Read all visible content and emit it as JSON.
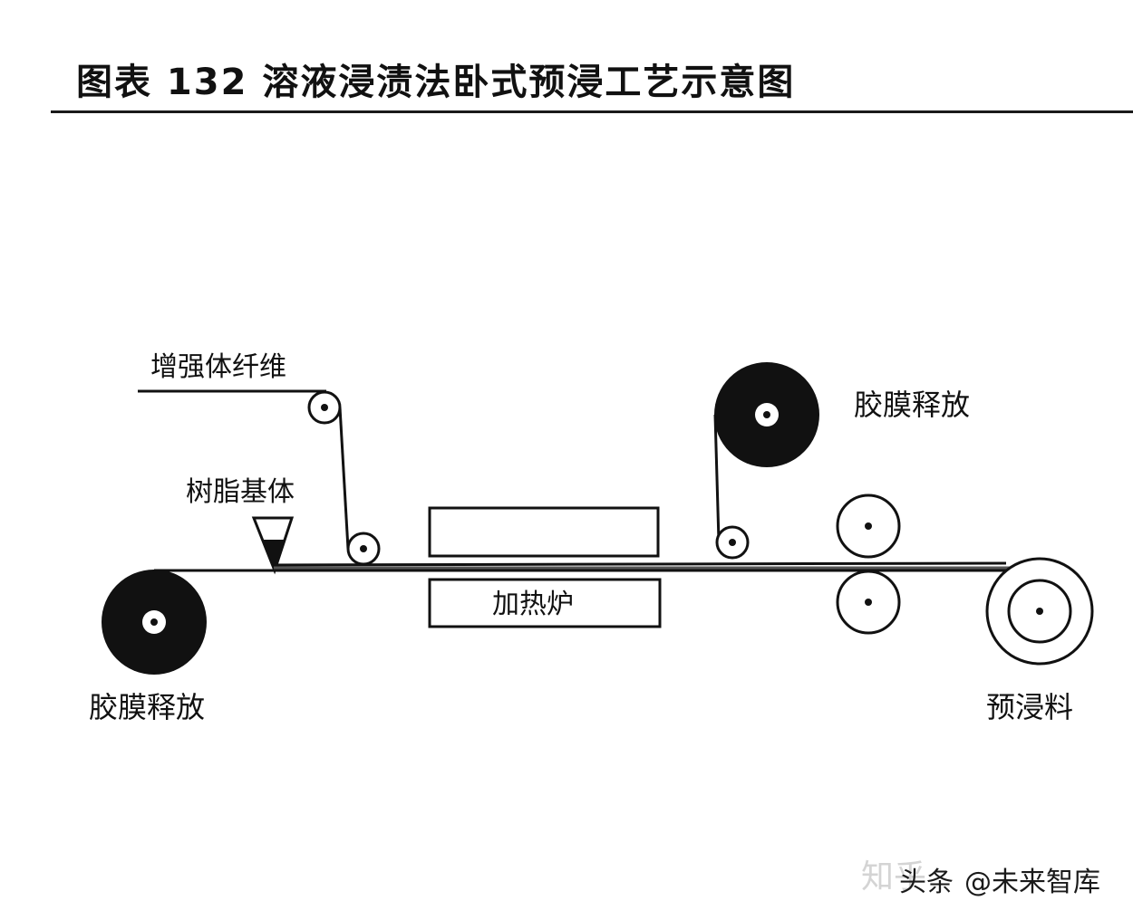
{
  "title": "图表 132  溶液浸渍法卧式预浸工艺示意图",
  "labels": {
    "fiber": "增强体纤维",
    "resin": "树脂基体",
    "film_release_top": "胶膜释放",
    "film_release_bottom": "胶膜释放",
    "furnace": "加热炉",
    "prepreg": "预浸料"
  },
  "watermark": {
    "zhihu": "知乎",
    "toutiao": "头条",
    "account": "@未来智库"
  },
  "colors": {
    "ink": "#111111",
    "background": "#ffffff"
  }
}
